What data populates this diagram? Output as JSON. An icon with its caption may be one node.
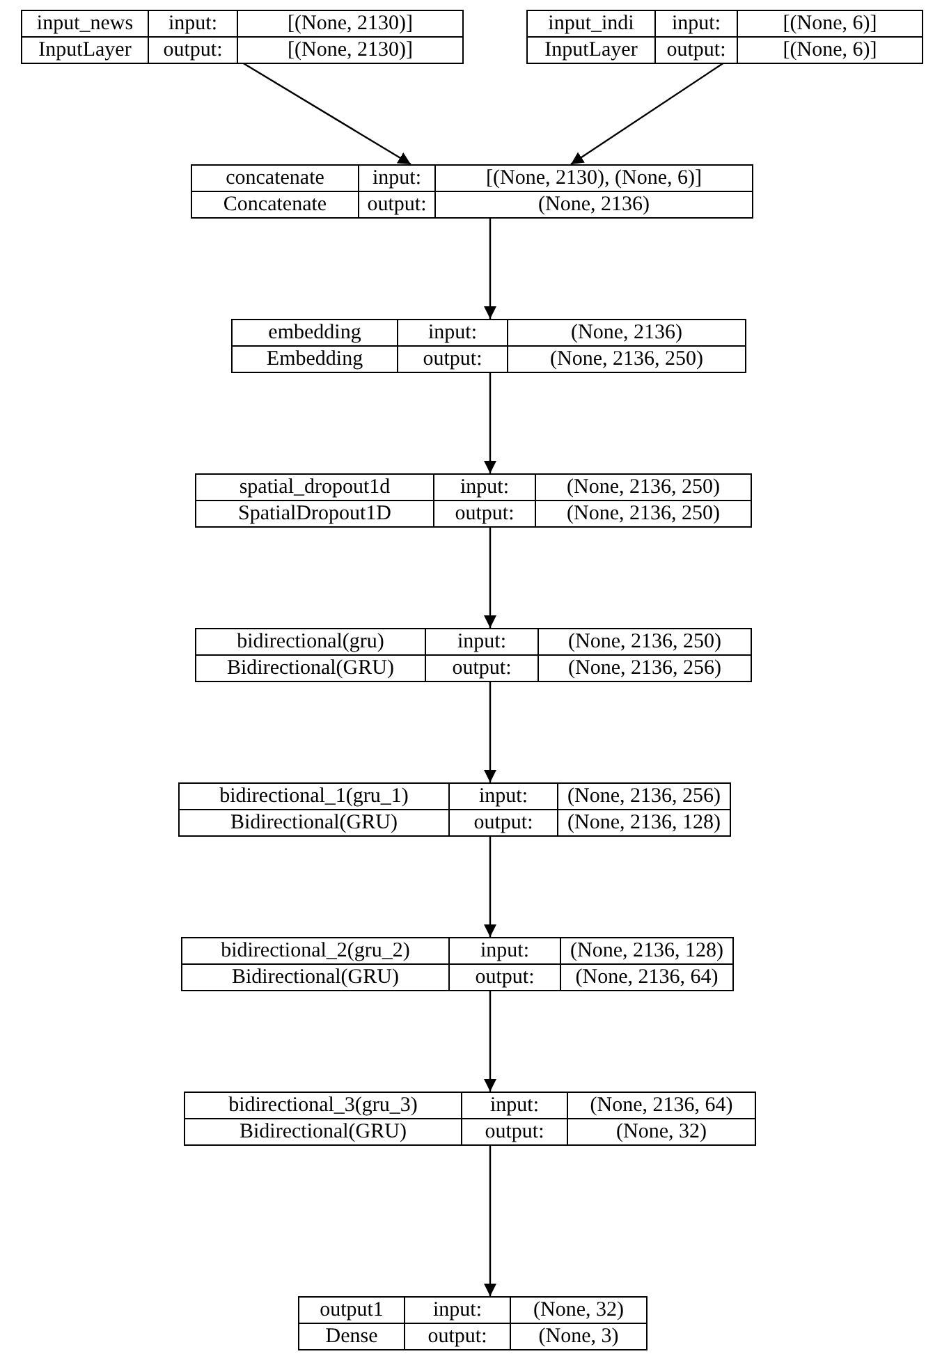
{
  "diagram": {
    "nodes": [
      {
        "text": [
          "input_news",
          "input:",
          "[(None, 2130)]",
          "InputLayer",
          "output:",
          "[(None, 2130)]"
        ]
      },
      {
        "text": [
          "input_indi",
          "input:",
          "[(None, 6)]",
          "InputLayer",
          "output:",
          "[(None, 6)]"
        ]
      },
      {
        "text": [
          "concatenate",
          "input:",
          "[(None, 2130), (None, 6)]",
          "Concatenate",
          "output:",
          "(None, 2136)"
        ]
      },
      {
        "text": [
          "embedding",
          "input:",
          "(None, 2136)",
          "Embedding",
          "output:",
          "(None, 2136, 250)"
        ]
      },
      {
        "text": [
          "spatial_dropout1d",
          "input:",
          "(None, 2136, 250)",
          "SpatialDropout1D",
          "output:",
          "(None, 2136, 250)"
        ]
      },
      {
        "text": [
          "bidirectional(gru)",
          "input:",
          "(None, 2136, 250)",
          "Bidirectional(GRU)",
          "output:",
          "(None, 2136, 256)"
        ]
      },
      {
        "text": [
          "bidirectional_1(gru_1)",
          "input:",
          "(None, 2136, 256)",
          "Bidirectional(GRU)",
          "output:",
          "(None, 2136, 128)"
        ]
      },
      {
        "text": [
          "bidirectional_2(gru_2)",
          "input:",
          "(None, 2136, 128)",
          "Bidirectional(GRU)",
          "output:",
          "(None, 2136, 64)"
        ]
      },
      {
        "text": [
          "bidirectional_3(gru_3)",
          "input:",
          "(None, 2136, 64)",
          "Bidirectional(GRU)",
          "output:",
          "(None, 32)"
        ]
      },
      {
        "text": [
          "output1",
          "input:",
          "(None, 32)",
          "Dense",
          "output:",
          "(None, 3)"
        ]
      }
    ],
    "edges": [
      {
        "from": 0,
        "to": 2,
        "arrow": "to"
      },
      {
        "from": 1,
        "to": 2,
        "arrow": "to"
      },
      {
        "from": 2,
        "to": 3,
        "arrow": "to"
      },
      {
        "from": 3,
        "to": 4,
        "arrow": "to"
      },
      {
        "from": 4,
        "to": 5,
        "arrow": "to"
      },
      {
        "from": 5,
        "to": 6,
        "arrow": "to"
      },
      {
        "from": 6,
        "to": 7,
        "arrow": "to"
      },
      {
        "from": 7,
        "to": 8,
        "arrow": "to"
      },
      {
        "from": 8,
        "to": 9,
        "arrow": "to"
      }
    ]
  }
}
